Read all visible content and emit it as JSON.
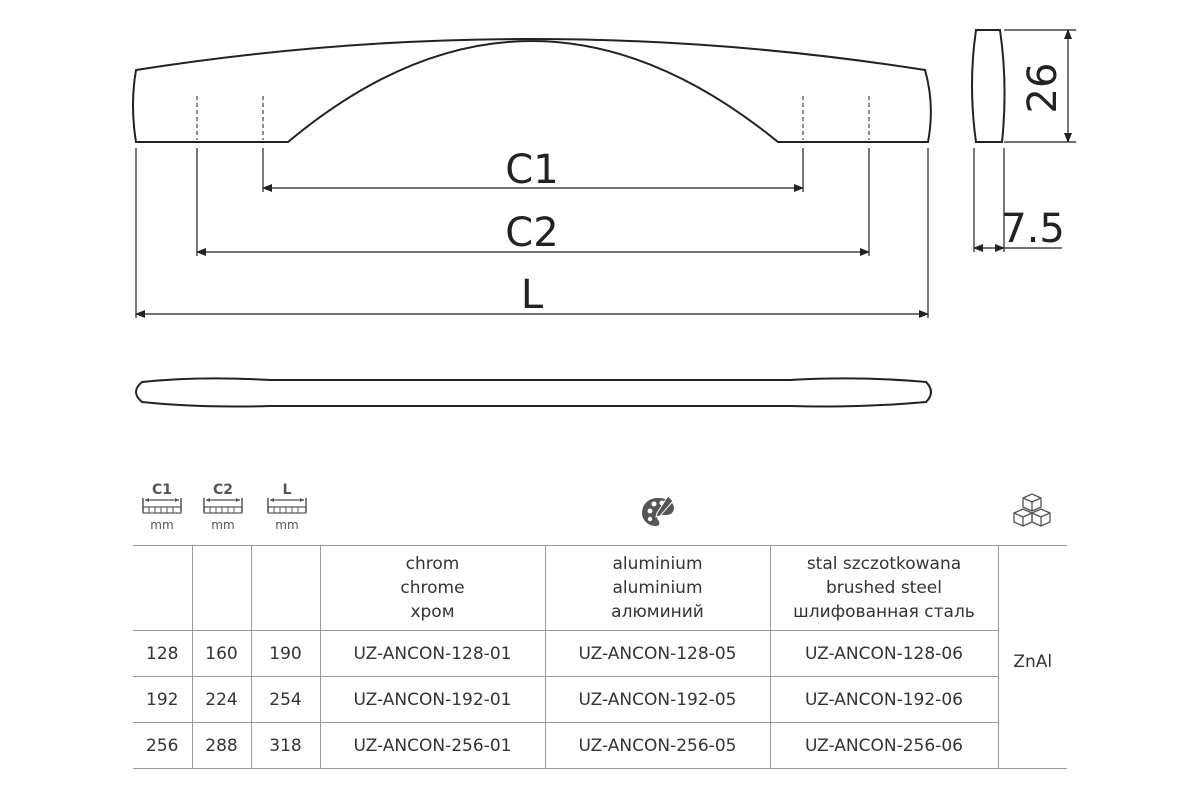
{
  "drawing": {
    "labels": {
      "c1": "C1",
      "c2": "C2",
      "l": "L",
      "height": "26",
      "depth": "7.5"
    }
  },
  "table": {
    "header_icons": [
      {
        "label": "C1",
        "unit": "mm"
      },
      {
        "label": "C2",
        "unit": "mm"
      },
      {
        "label": "L",
        "unit": "mm"
      }
    ],
    "finish_icon": "palette-icon",
    "material_icon": "cubes-icon",
    "finishes": [
      [
        "chrom",
        "chrome",
        "хром"
      ],
      [
        "aluminium",
        "aluminium",
        "алюминий"
      ],
      [
        "stal szczotkowana",
        "brushed steel",
        "шлифованная сталь"
      ]
    ],
    "material": "ZnAl",
    "rows": [
      {
        "c1": "128",
        "c2": "160",
        "l": "190",
        "codes": [
          "UZ-ANCON-128-01",
          "UZ-ANCON-128-05",
          "UZ-ANCON-128-06"
        ]
      },
      {
        "c1": "192",
        "c2": "224",
        "l": "254",
        "codes": [
          "UZ-ANCON-192-01",
          "UZ-ANCON-192-05",
          "UZ-ANCON-192-06"
        ]
      },
      {
        "c1": "256",
        "c2": "288",
        "l": "318",
        "codes": [
          "UZ-ANCON-256-01",
          "UZ-ANCON-256-05",
          "UZ-ANCON-256-06"
        ]
      }
    ]
  }
}
